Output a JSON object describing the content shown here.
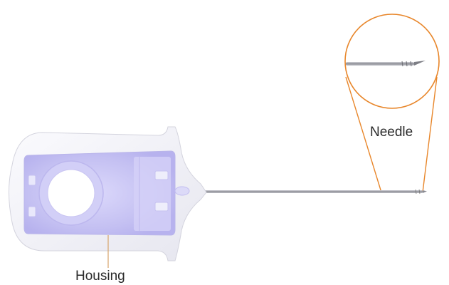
{
  "labels": {
    "needle": "Needle",
    "housing": "Housing"
  },
  "colors": {
    "callout": "#e8862a",
    "housing_body": "#f3f3f8",
    "housing_inner": "#c9c6f4",
    "needle": "#9a9aa0",
    "leader_line": "#d7a46a"
  },
  "icons": {
    "magnifier": "zoom-circle"
  }
}
